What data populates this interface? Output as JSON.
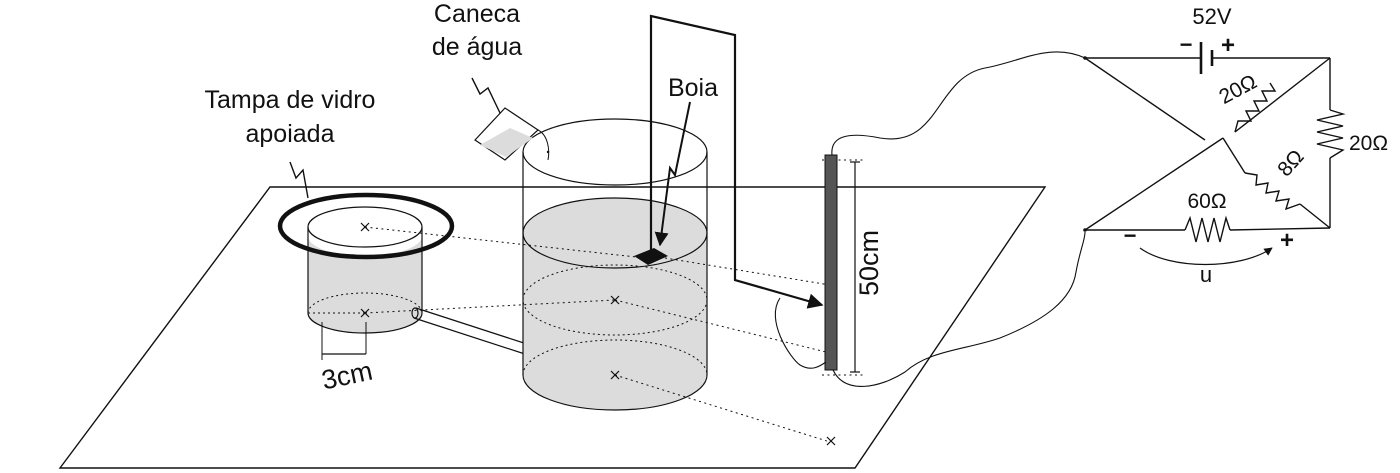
{
  "labels": {
    "caneca": [
      "Caneca",
      "de água"
    ],
    "tampa": [
      "Tampa de vidro",
      "apoiada"
    ],
    "boia": "Boia",
    "radius": "3cm",
    "length": "50cm"
  },
  "circuit": {
    "source": {
      "value": "52V",
      "minus": "−",
      "plus": "+"
    },
    "resistors": [
      {
        "id": "r-diag-upper",
        "label": "20Ω"
      },
      {
        "id": "r-right",
        "label": "20Ω"
      },
      {
        "id": "r-diag-lower",
        "label": "8Ω"
      },
      {
        "id": "r-bottom",
        "label": "60Ω"
      }
    ],
    "output": {
      "label": "u",
      "minus": "−",
      "plus": "+"
    }
  },
  "colors": {
    "water": "#dcdcdc",
    "rheostat": "#555555",
    "float": "#111111",
    "ink": "#111111"
  }
}
